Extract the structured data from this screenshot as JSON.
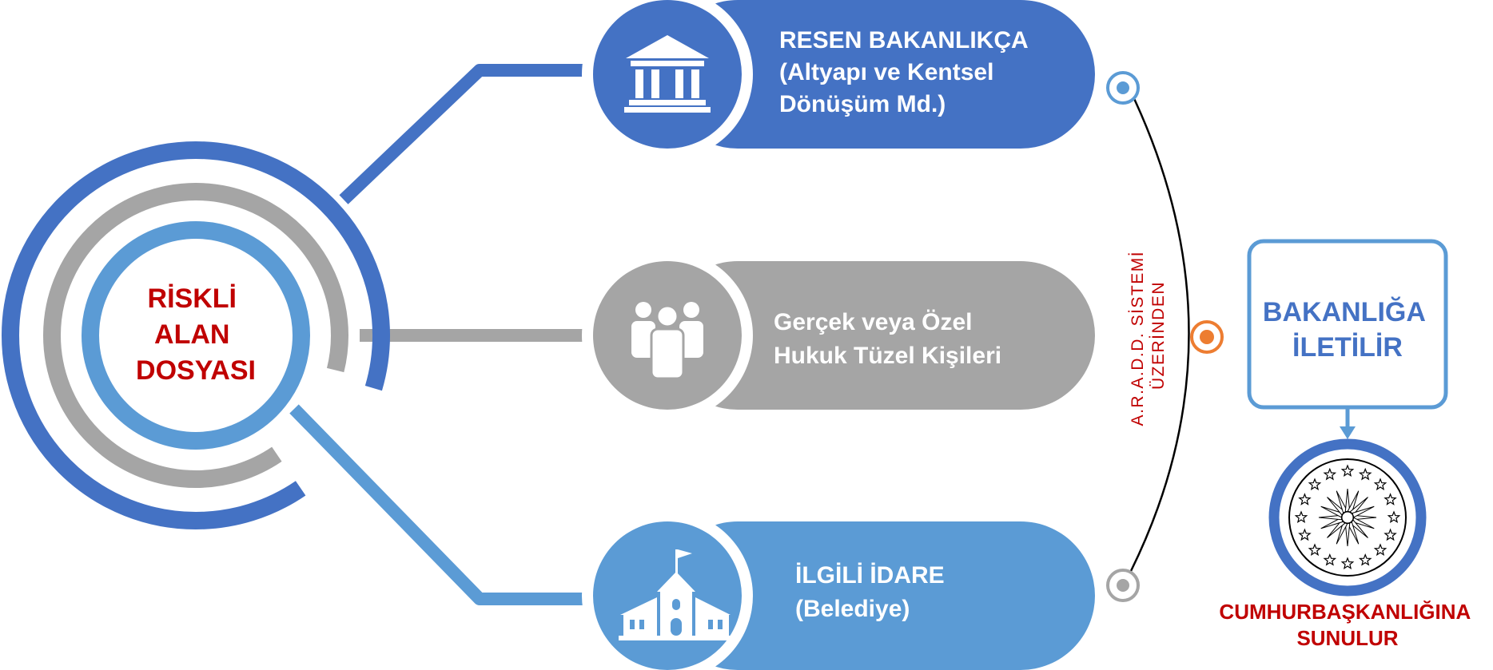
{
  "colors": {
    "dark_blue": "#4472c4",
    "light_blue": "#5b9bd5",
    "gray": "#a5a5a5",
    "red": "#c00000",
    "orange": "#ed7d31"
  },
  "center": {
    "lines": [
      "RİSKLİ",
      "ALAN",
      "DOSYASI"
    ]
  },
  "branches": [
    {
      "icon": "government-building-icon",
      "lines": [
        "RESEN BAKANLIKÇA",
        "(Altyapı ve Kentsel",
        "Dönüşüm Md.)"
      ]
    },
    {
      "icon": "people-group-icon",
      "lines": [
        "Gerçek veya Özel",
        "Hukuk Tüzel Kişileri"
      ]
    },
    {
      "icon": "town-hall-icon",
      "lines": [
        "İLGİLİ İDARE",
        "(Belediye)"
      ]
    }
  ],
  "system": {
    "lines": [
      "A.R.A.D.D. SİSTEMİ",
      "ÜZERİNDEN"
    ]
  },
  "ministry_box": {
    "lines": [
      "BAKANLIĞA",
      "İLETİLİR"
    ]
  },
  "seal": {
    "icon": "presidential-seal-icon"
  },
  "footer": {
    "lines": [
      "CUMHURBAŞKANLIĞINA",
      "SUNULUR"
    ]
  }
}
